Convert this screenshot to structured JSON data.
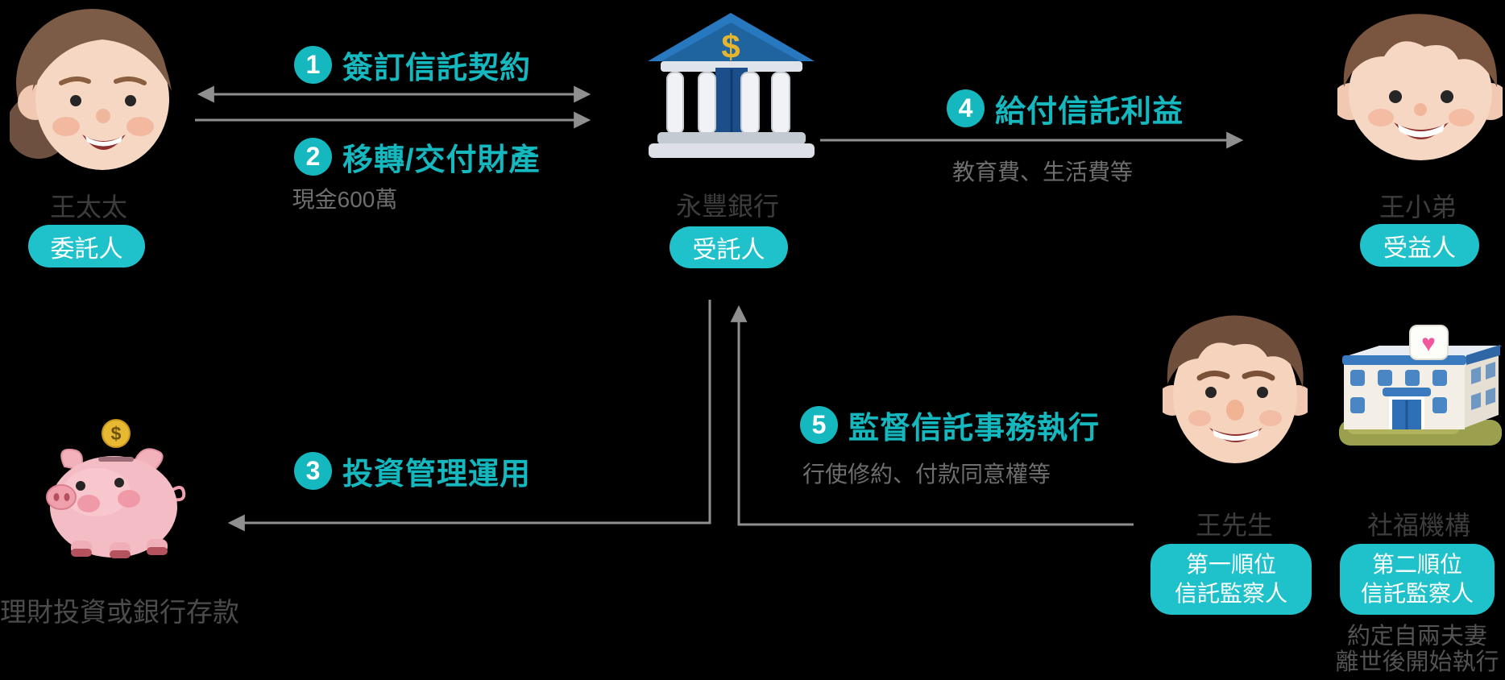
{
  "colors": {
    "accent": "#14b8be",
    "badge": "#1fc2cb",
    "line": "#8f8f8f",
    "background": "#000000"
  },
  "actors": {
    "settlor": {
      "name": "王太太",
      "badge": "委託人"
    },
    "trustee": {
      "name": "永豐銀行",
      "badge": "受託人"
    },
    "beneficiary": {
      "name": "王小弟",
      "badge": "受益人"
    },
    "supervisor1": {
      "name": "王先生",
      "badge_line1": "第一順位",
      "badge_line2": "信託監察人"
    },
    "supervisor2": {
      "name": "社福機構",
      "badge_line1": "第二順位",
      "badge_line2": "信託監察人",
      "note_line1": "約定自兩夫妻",
      "note_line2": "離世後開始執行"
    },
    "investment": {
      "name": "理財投資或銀行存款"
    }
  },
  "flows": {
    "f1": {
      "num": "1",
      "label": "簽訂信託契約"
    },
    "f2": {
      "num": "2",
      "label": "移轉/交付財產",
      "sub": "現金600萬"
    },
    "f3": {
      "num": "3",
      "label": "投資管理運用"
    },
    "f4": {
      "num": "4",
      "label": "給付信託利益",
      "sub": "教育費、生活費等"
    },
    "f5": {
      "num": "5",
      "label": "監督信託事務執行",
      "sub": "行使修約、付款同意權等"
    }
  },
  "icons": {
    "bank_dollar": "$",
    "coin_dollar": "$",
    "heart": "♥"
  }
}
